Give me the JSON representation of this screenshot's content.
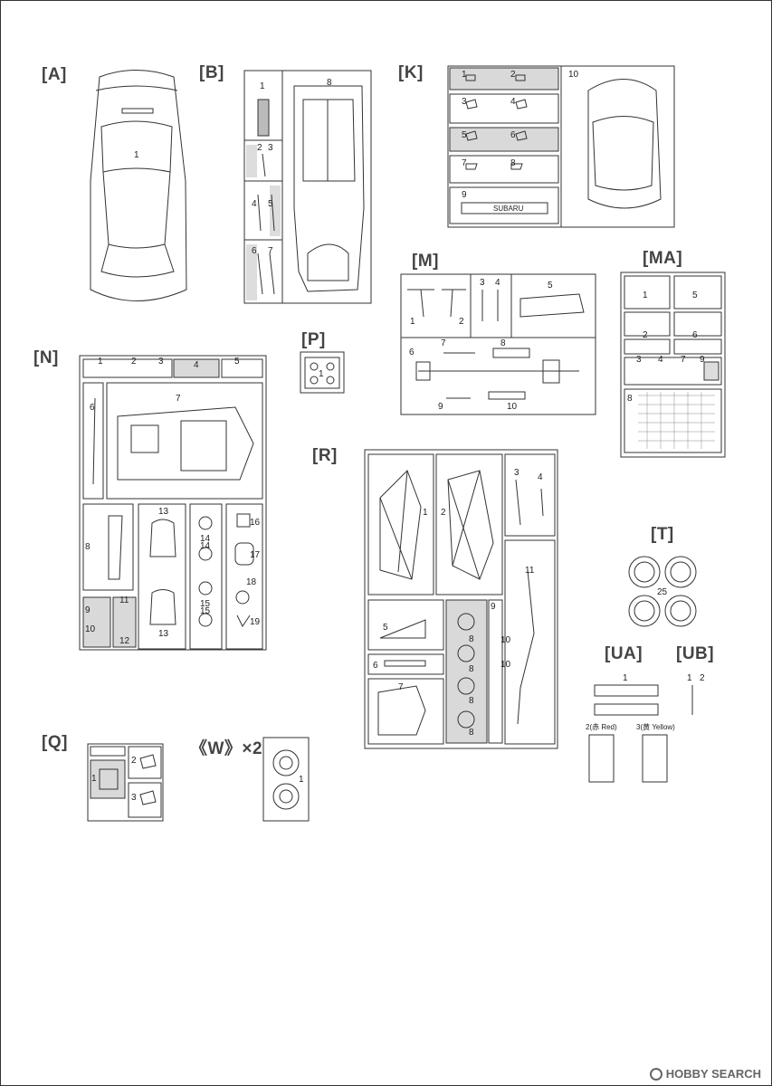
{
  "labels": {
    "A": "[A]",
    "B": "[B]",
    "K": "[K]",
    "M": "[M]",
    "MA": "[MA]",
    "N": "[N]",
    "P": "[P]",
    "R": "[R]",
    "T": "[T]",
    "UA": "[UA]",
    "UB": "[UB]",
    "Q": "[Q]",
    "W": "《W》×2"
  },
  "part_numbers": {
    "A": [
      "1"
    ],
    "B": [
      "1",
      "2",
      "3",
      "4",
      "5",
      "6",
      "7",
      "8"
    ],
    "K": [
      "1",
      "2",
      "3",
      "4",
      "5",
      "6",
      "7",
      "8",
      "9",
      "10"
    ],
    "M": [
      "1",
      "2",
      "3",
      "4",
      "5",
      "6",
      "7",
      "8",
      "9",
      "10"
    ],
    "MA": [
      "1",
      "5",
      "2",
      "6",
      "3",
      "4",
      "7",
      "9",
      "8"
    ],
    "N": [
      "1",
      "2",
      "3",
      "4",
      "5",
      "6",
      "7",
      "8",
      "9",
      "10",
      "11",
      "12",
      "13",
      "13",
      "14",
      "14",
      "15",
      "15",
      "16",
      "17",
      "18",
      "19"
    ],
    "P": [
      "1"
    ],
    "R": [
      "1",
      "2",
      "3",
      "4",
      "5",
      "6",
      "7",
      "8",
      "8",
      "8",
      "8",
      "9",
      "10",
      "10",
      "11"
    ],
    "T": [
      "25"
    ],
    "UA": [
      "1"
    ],
    "UB": [
      "1",
      "2"
    ],
    "Q": [
      "1",
      "2",
      "3"
    ],
    "W": [
      "1"
    ]
  },
  "decal_texts": {
    "k9_plate": "SUBARU"
  },
  "color_notes": {
    "red": "2(赤 Red)",
    "yellow": "3(黄 Yellow)"
  },
  "watermark": "HOBBY SEARCH",
  "colors": {
    "line": "#333333",
    "shade": "#d9d9d9",
    "paper": "#ffffff"
  }
}
